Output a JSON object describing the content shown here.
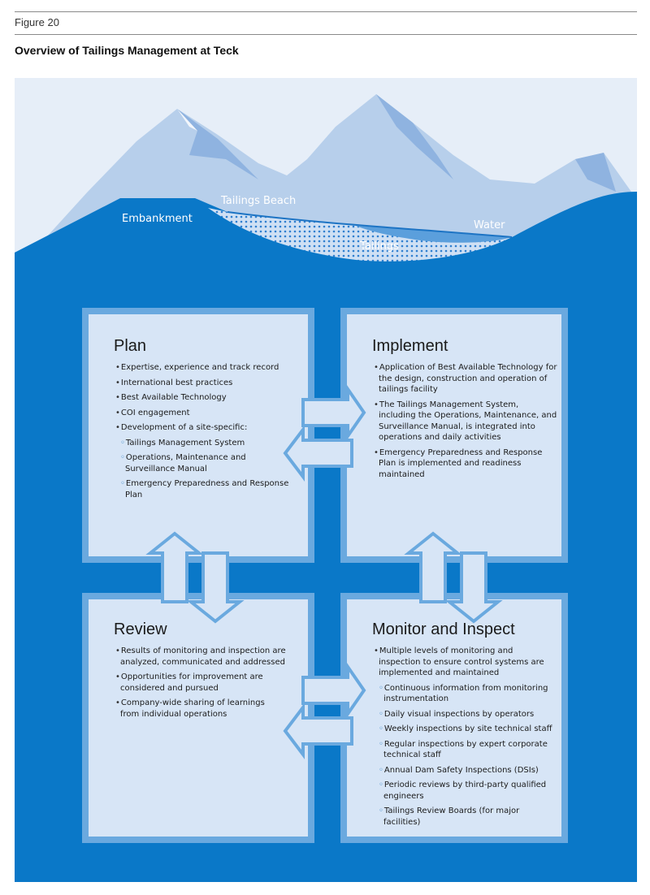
{
  "figure_label": "Figure 20",
  "title": "Overview of Tailings Management at Teck",
  "scene_labels": {
    "embankment": "Embankment",
    "tailings_beach": "Tailings Beach",
    "water": "Water",
    "tailings": "Tailings"
  },
  "colors": {
    "sky": "#e6eef8",
    "deep_blue": "#0a78c8",
    "panel_fill": "#d7e5f6",
    "panel_border": "#6aa9df"
  },
  "panels": {
    "plan": {
      "title": "Plan",
      "items": [
        "Expertise, experience and track record",
        "International best practices",
        "Best Available Technology",
        "COI engagement",
        "Development of a site-specific:"
      ],
      "subitems": [
        "Tailings Management System",
        "Operations, Maintenance and Surveillance Manual",
        "Emergency Preparedness and Response Plan"
      ]
    },
    "implement": {
      "title": "Implement",
      "items": [
        "Application of Best Available Technology for the design, construction and operation of tailings facility",
        "The Tailings Management System, including the Operations, Maintenance, and Surveillance Manual, is integrated into operations and daily activities",
        "Emergency Preparedness and Response Plan is implemented and readiness maintained"
      ]
    },
    "review": {
      "title": "Review",
      "items": [
        "Results of monitoring and inspection are analyzed, communicated and addressed",
        "Opportunities for improvement are considered and pursued",
        "Company-wide sharing of learnings from individual operations"
      ]
    },
    "monitor": {
      "title": "Monitor and Inspect",
      "items": [
        "Multiple levels of monitoring and inspection to ensure control systems are implemented and maintained"
      ],
      "subitems": [
        "Continuous information from monitoring instrumentation",
        "Daily visual inspections by operators",
        "Weekly inspections by site technical staff",
        "Regular inspections by expert corporate technical staff",
        "Annual Dam Safety Inspections (DSIs)",
        "Periodic reviews by third-party qualified engineers",
        "Tailings Review Boards (for major facilities)"
      ]
    }
  }
}
